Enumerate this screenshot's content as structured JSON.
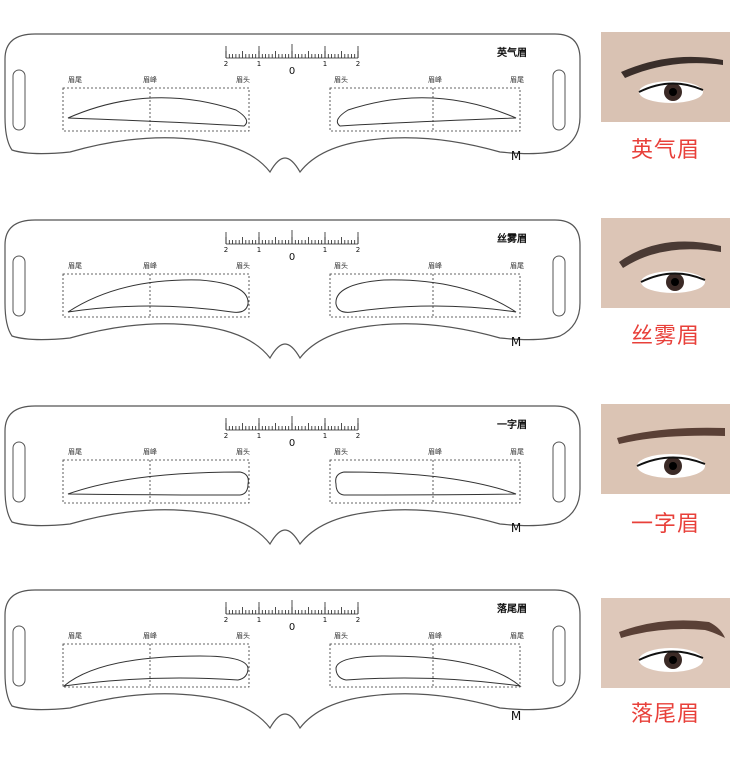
{
  "rows": [
    {
      "title": "英气眉",
      "caption": "英气眉",
      "size": "M",
      "tail": "眉尾",
      "peak": "眉峰",
      "head": "眉头",
      "ruler": {
        "l2": "2",
        "l1": "1",
        "zero": "0",
        "r1": "1",
        "r2": "2"
      }
    },
    {
      "title": "丝雾眉",
      "caption": "丝雾眉",
      "size": "M",
      "tail": "眉尾",
      "peak": "眉峰",
      "head": "眉头",
      "ruler": {
        "l2": "2",
        "l1": "1",
        "zero": "0",
        "r1": "1",
        "r2": "2"
      }
    },
    {
      "title": "一字眉",
      "caption": "一字眉",
      "size": "M",
      "tail": "眉尾",
      "peak": "眉峰",
      "head": "眉头",
      "ruler": {
        "l2": "2",
        "l1": "1",
        "zero": "0",
        "r1": "1",
        "r2": "2"
      }
    },
    {
      "title": "落尾眉",
      "caption": "落尾眉",
      "size": "M",
      "tail": "眉尾",
      "peak": "眉峰",
      "head": "眉头",
      "ruler": {
        "l2": "2",
        "l1": "1",
        "zero": "0",
        "r1": "1",
        "r2": "2"
      }
    }
  ],
  "colors": {
    "caption": "#e8403a",
    "outline": "#444444",
    "brow": "#3a2e2a"
  }
}
